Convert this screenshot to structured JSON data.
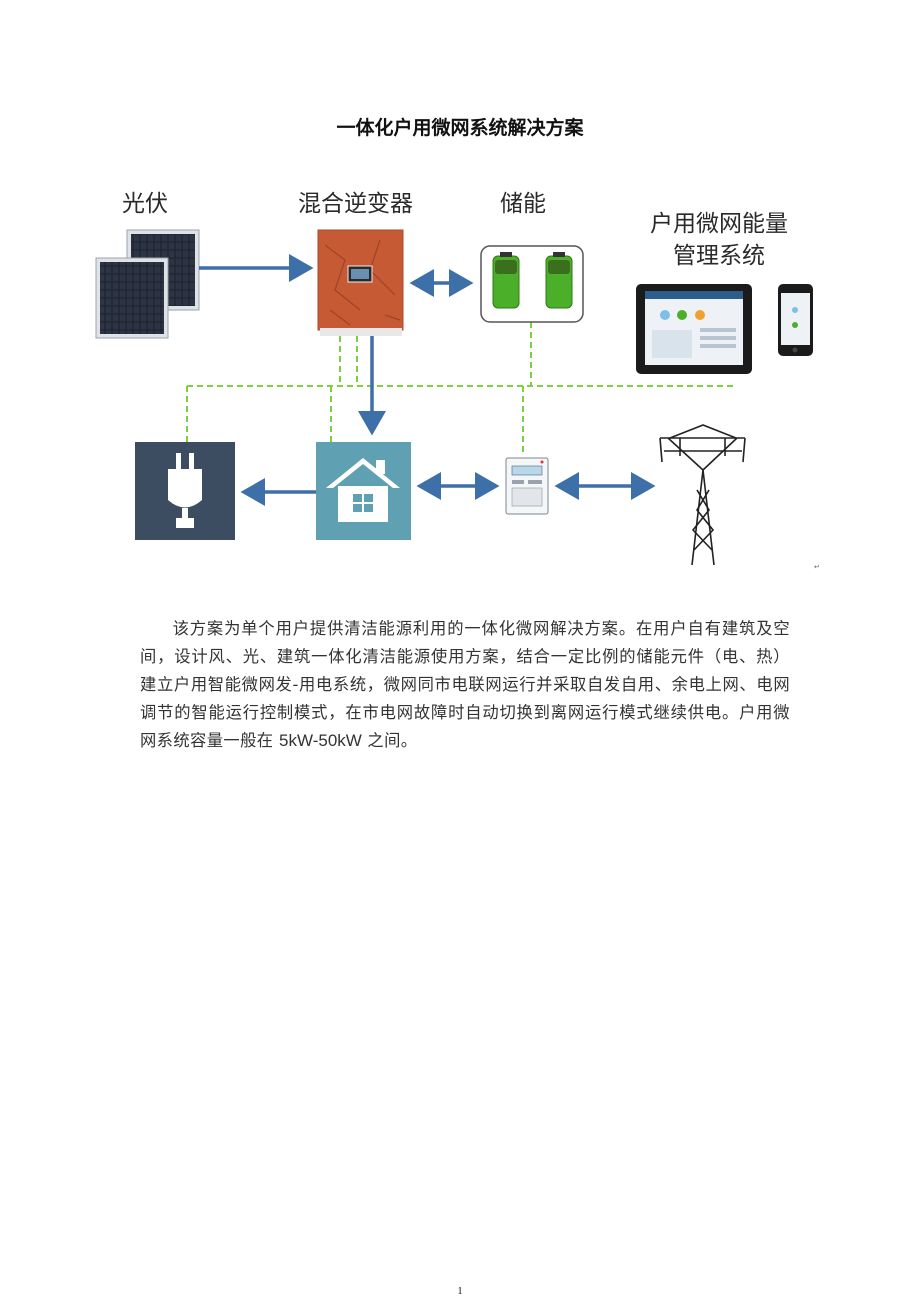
{
  "doc": {
    "title": "一体化户用微网系统解决方案",
    "page_number": "1"
  },
  "diagram": {
    "labels": {
      "pv": "光伏",
      "inverter": "混合逆变器",
      "storage": "储能",
      "ems_line1": "户用微网能量",
      "ems_line2": "管理系统"
    },
    "colors": {
      "arrow": "#3d6fa8",
      "dashed_line": "#7cd13d",
      "inverter_body": "#c65a35",
      "battery_green": "#4caf2a",
      "plug_box": "#3c4d62",
      "house_box": "#5fa1b3"
    },
    "icons": [
      "solar-panel-icon",
      "inverter-icon",
      "battery-icon",
      "tablet-icon",
      "smartphone-icon",
      "power-plug-icon",
      "house-icon",
      "electric-meter-icon",
      "transmission-tower-icon"
    ]
  },
  "body": {
    "paragraph_a": "该方案为单个用户提供清洁能源利用的一体化微网解决方案。在用户自有建筑及空间，设计风、光、建筑一体化清洁能源使用方案，结合一定比例的储能元件（电、热）建立户用智能微网发-用电系统，微网同市电联网运行并采取自发自用、余电上网、电网调节的智能运行控制模式，在市电网故障时自动切换到离网运行模式继续供电。户用微网系统容量一般在",
    "capacity": "5kW-50kW",
    "paragraph_b": "之间。"
  }
}
